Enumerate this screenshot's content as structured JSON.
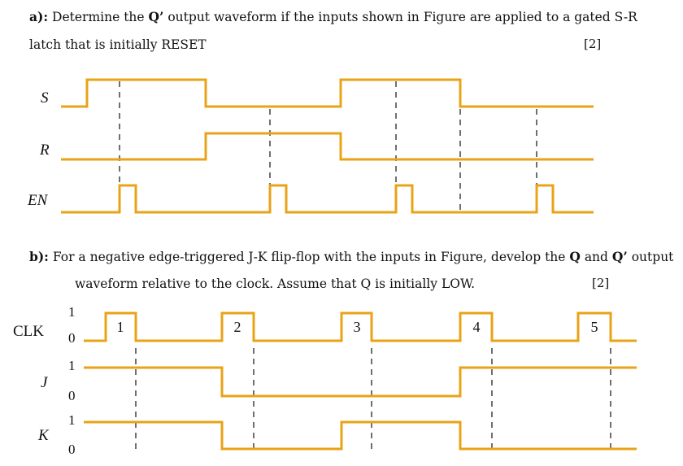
{
  "part_a": {
    "label": "a):",
    "line1_pre": "Determine the ",
    "q_prime": "Q’",
    "line1_post": " output waveform if the inputs shown in Figure are applied to a gated S-R",
    "line2": "latch that is initially RESET",
    "marks": "[2]",
    "signals": [
      "S",
      "R",
      "EN"
    ]
  },
  "part_b": {
    "label": "b):",
    "line1_pre": "For a negative edge-triggered J-K flip-flop with the inputs in Figure, develop the ",
    "q": "Q",
    "and": " and ",
    "q_prime": "Q’",
    "line1_post": " output",
    "line2": "waveform relative to the clock. Assume that Q is initially LOW.",
    "marks": "[2]",
    "clk_label": "CLK",
    "signals": [
      "J",
      "K"
    ],
    "high": "1",
    "low": "0",
    "pulse_labels": [
      "1",
      "2",
      "3",
      "4",
      "5"
    ]
  },
  "colors": {
    "waveform": "#E8A317",
    "dashes": "#222222"
  }
}
